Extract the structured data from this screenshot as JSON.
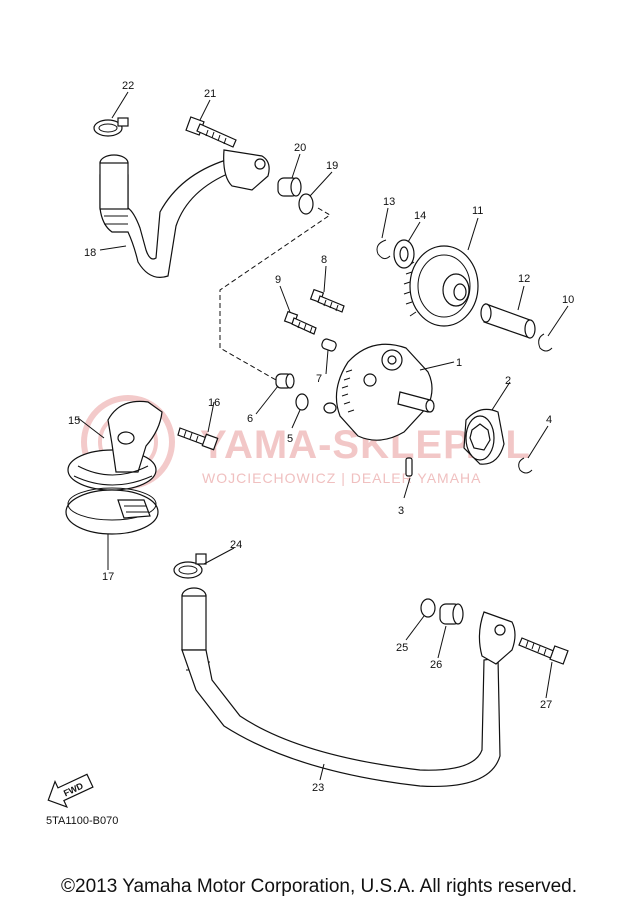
{
  "watermark": {
    "brand": "YAMA-SKLEP.PL",
    "dealer": "WOJCIECHOWICZ | DEALER YAMAHA"
  },
  "diagram_code": "5TA1100-B070",
  "fwd_label": "FWD",
  "copyright": "©2013 Yamaha Motor Corporation, U.S.A. All rights reserved.",
  "callouts": [
    "1",
    "2",
    "3",
    "4",
    "5",
    "6",
    "7",
    "8",
    "9",
    "10",
    "11",
    "12",
    "13",
    "14",
    "15",
    "16",
    "17",
    "18",
    "19",
    "20",
    "21",
    "22",
    "23",
    "24",
    "25",
    "26",
    "27"
  ]
}
